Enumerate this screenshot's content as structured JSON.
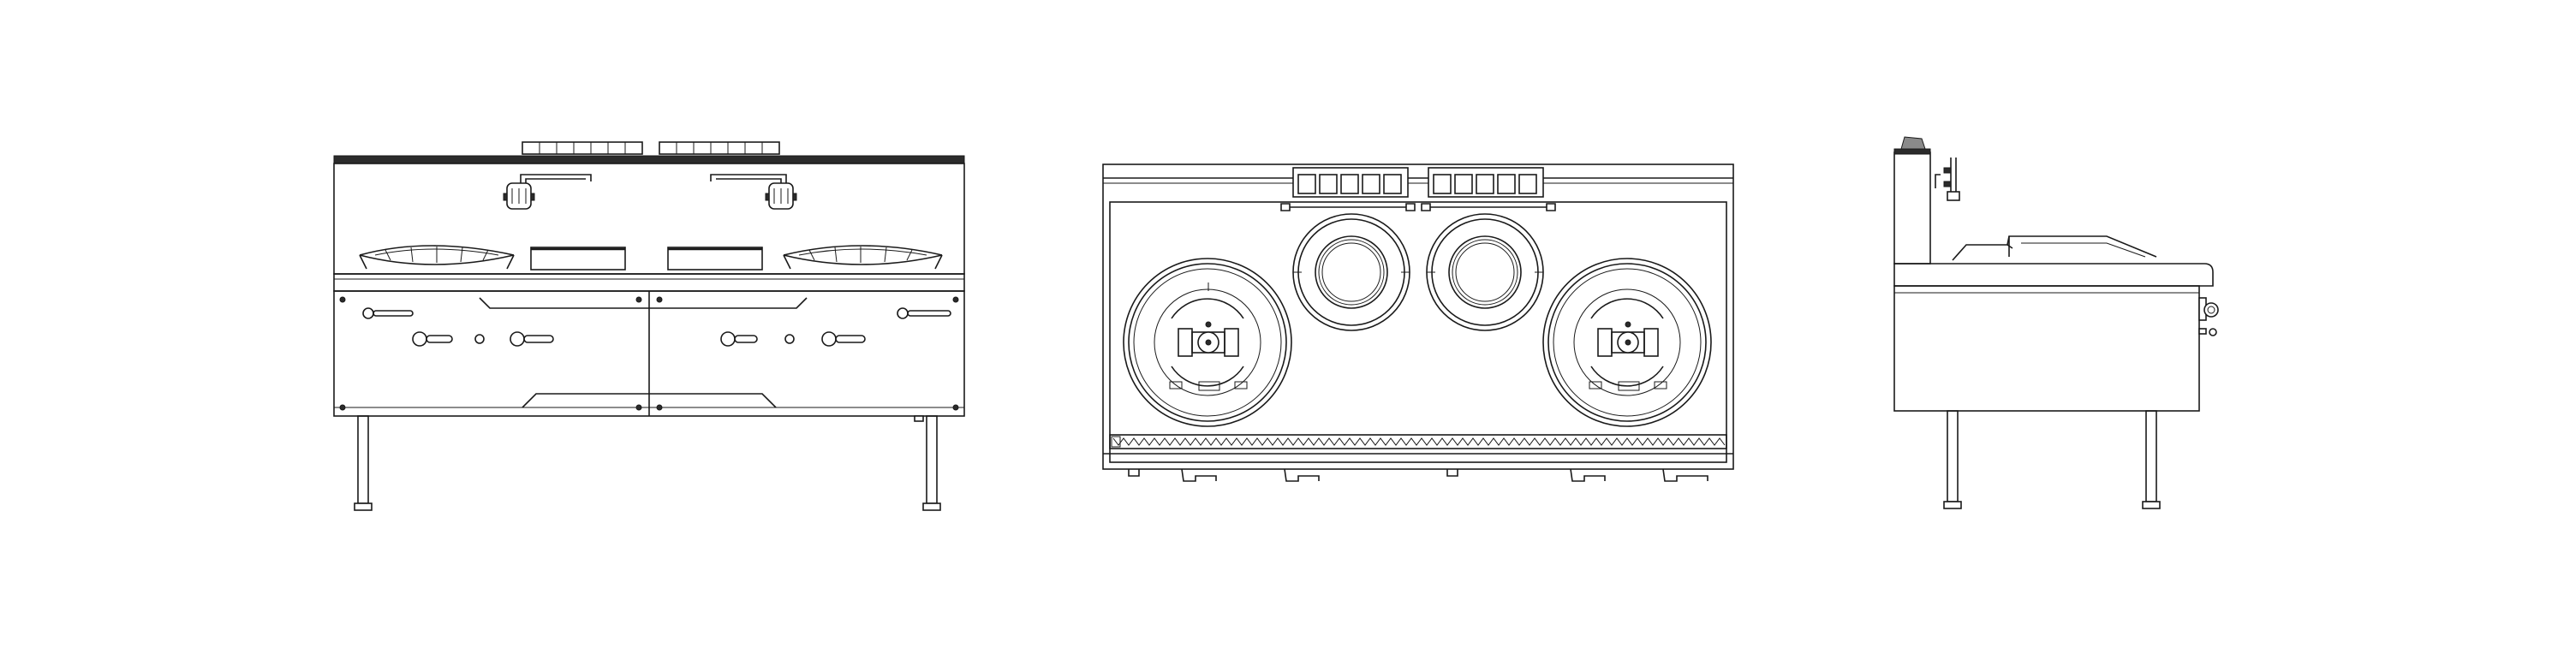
{
  "drawing": {
    "views": [
      "front-view",
      "top-view",
      "side-view"
    ],
    "line_color": "#1a1a1a",
    "background_color": "#ffffff",
    "burners_front_view": 4,
    "burners_top_view": 4
  }
}
